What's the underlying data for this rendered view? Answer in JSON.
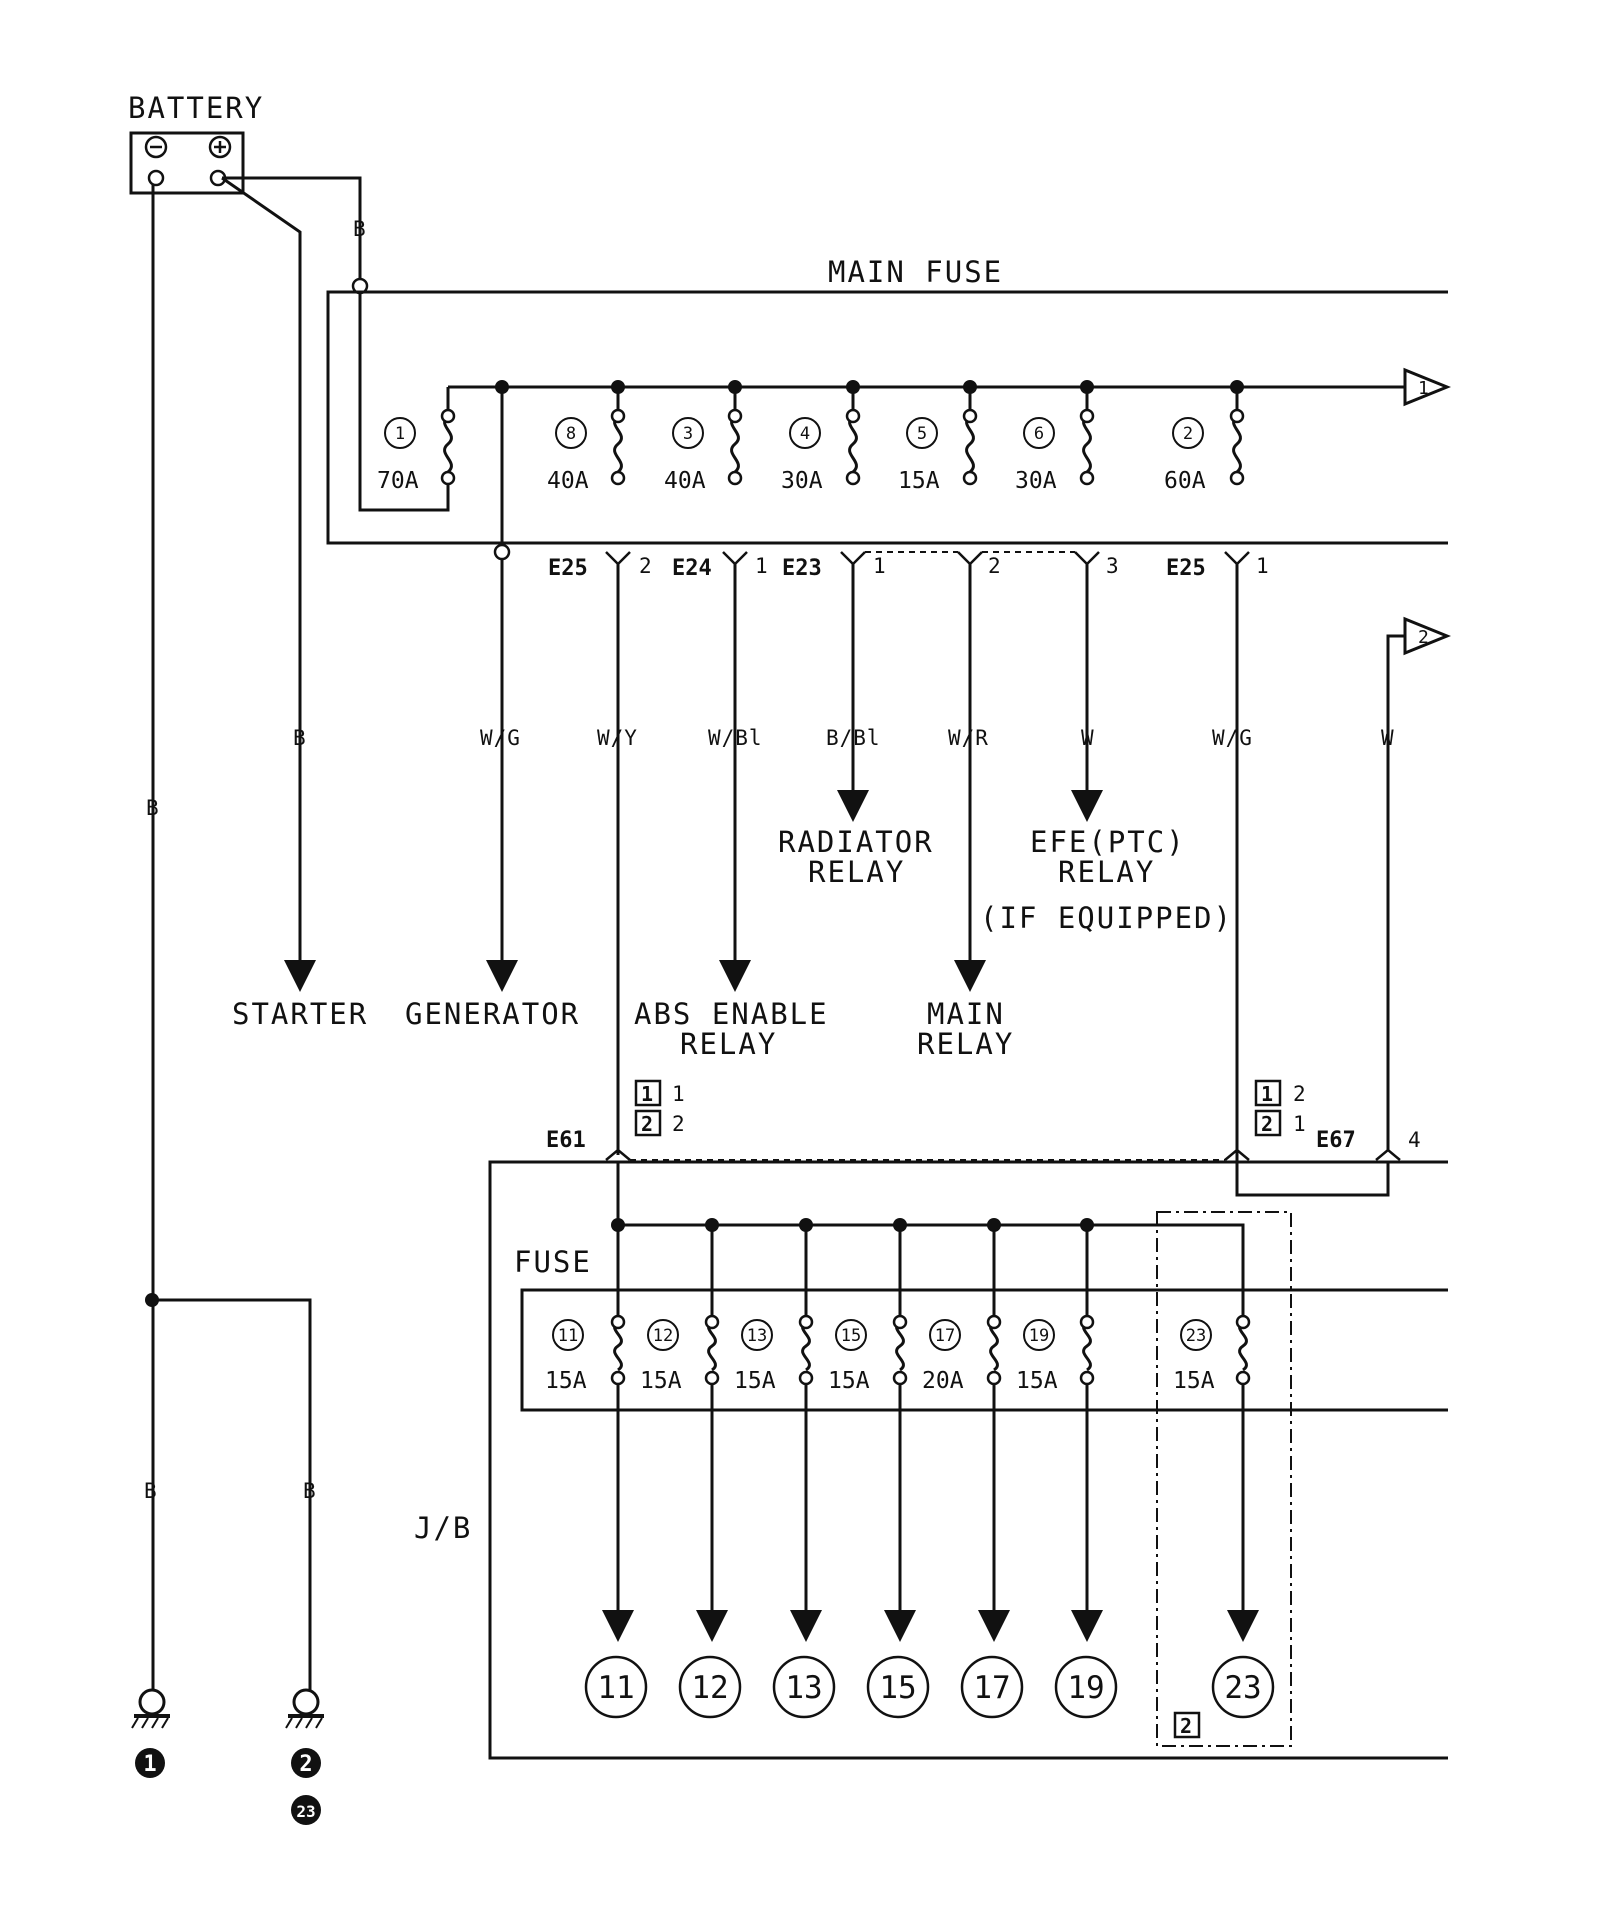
{
  "battery": {
    "label": "BATTERY",
    "neg": "-",
    "pos": "+"
  },
  "main_fuse": {
    "label": "MAIN FUSE",
    "fuses": [
      {
        "num": "1",
        "amp": "70A"
      },
      {
        "num": "8",
        "amp": "40A"
      },
      {
        "num": "3",
        "amp": "40A"
      },
      {
        "num": "4",
        "amp": "30A"
      },
      {
        "num": "5",
        "amp": "15A"
      },
      {
        "num": "6",
        "amp": "30A"
      },
      {
        "num": "2",
        "amp": "60A"
      }
    ],
    "connectors": [
      {
        "id": "E25",
        "pin": "2"
      },
      {
        "id": "E24",
        "pin": "1"
      },
      {
        "id": "E23",
        "pin": "1"
      },
      {
        "id": "",
        "pin": "2"
      },
      {
        "id": "",
        "pin": "3"
      },
      {
        "id": "E25",
        "pin": "1"
      }
    ]
  },
  "wires": {
    "bat_pos": "B",
    "starter": "B",
    "ground": "B",
    "ground_left": "B",
    "ground_right": "B",
    "generator": "W/G",
    "jb_feed": "W/Y",
    "abs": "W/Bl",
    "radiator": "B/Bl",
    "main_relay": "W/R",
    "efe": "W",
    "fuse2_out": "W/G",
    "out2": "W"
  },
  "loads": {
    "starter": "STARTER",
    "generator": "GENERATOR",
    "abs_1": "ABS ENABLE",
    "abs_2": "RELAY",
    "radiator_1": "RADIATOR",
    "radiator_2": "RELAY",
    "main_1": "MAIN",
    "main_2": "RELAY",
    "efe_1": "EFE(PTC)",
    "efe_2": "RELAY",
    "if_equipped": "(IF EQUIPPED)"
  },
  "offpage": [
    "1",
    "2"
  ],
  "connectors_lower": {
    "e61": "E61",
    "e67": "E67",
    "e67_pin": "4",
    "left_options": [
      {
        "box": "1",
        "pin": "1"
      },
      {
        "box": "2",
        "pin": "2"
      }
    ],
    "right_options": [
      {
        "box": "1",
        "pin": "2"
      },
      {
        "box": "2",
        "pin": "1"
      }
    ]
  },
  "jb": {
    "label": "J/B",
    "fuse_label": "FUSE",
    "option_box": "2",
    "fuses": [
      {
        "num": "11",
        "amp": "15A"
      },
      {
        "num": "12",
        "amp": "15A"
      },
      {
        "num": "13",
        "amp": "15A"
      },
      {
        "num": "15",
        "amp": "15A"
      },
      {
        "num": "17",
        "amp": "20A"
      },
      {
        "num": "19",
        "amp": "15A"
      },
      {
        "num": "23",
        "amp": "15A"
      }
    ]
  },
  "grounds": [
    "1",
    "2",
    "23"
  ]
}
